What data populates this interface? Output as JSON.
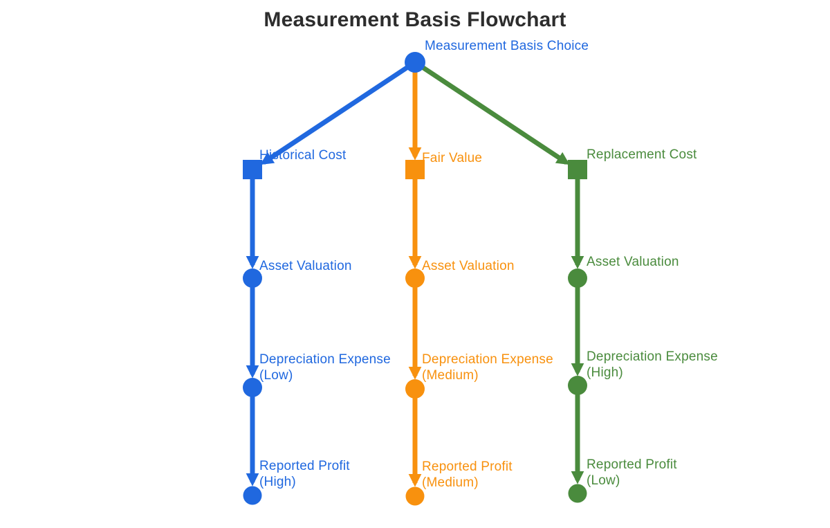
{
  "title": "Measurement Basis Flowchart",
  "colors": {
    "blue": "#2068df",
    "orange": "#f8910e",
    "green": "#4a8b3d",
    "title_text": "#2d2d2d",
    "background": "#ffffff"
  },
  "root": {
    "label": "Measurement Basis Choice"
  },
  "branches": [
    {
      "name": "Historical Cost",
      "color": "#2068df",
      "nodes": {
        "basis": "Historical Cost",
        "valuation": "Asset Valuation",
        "depreciation": "Depreciation Expense",
        "depreciation_level": "(Low)",
        "profit": "Reported Profit",
        "profit_level": "(High)"
      }
    },
    {
      "name": "Fair Value",
      "color": "#f8910e",
      "nodes": {
        "basis": "Fair Value",
        "valuation": "Asset Valuation",
        "depreciation": "Depreciation Expense",
        "depreciation_level": "(Medium)",
        "profit": "Reported Profit",
        "profit_level": "(Medium)"
      }
    },
    {
      "name": "Replacement Cost",
      "color": "#4a8b3d",
      "nodes": {
        "basis": "Replacement Cost",
        "valuation": "Asset Valuation",
        "depreciation": "Depreciation Expense",
        "depreciation_level": "(High)",
        "profit": "Reported Profit",
        "profit_level": "(Low)"
      }
    }
  ]
}
